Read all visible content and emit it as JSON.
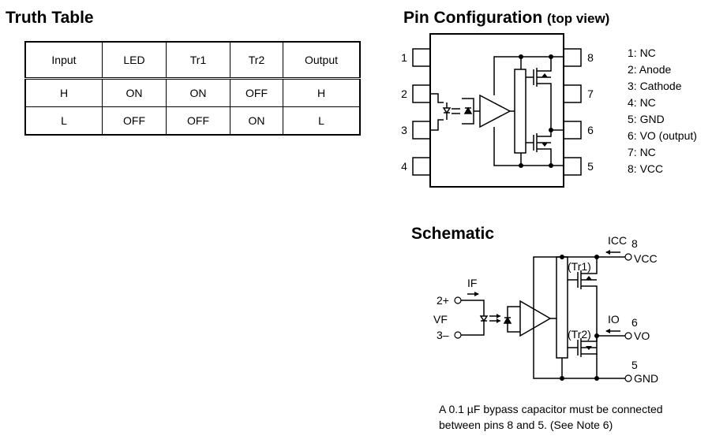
{
  "truth_table": {
    "title": "Truth Table",
    "headers": [
      "Input",
      "LED",
      "Tr1",
      "Tr2",
      "Output"
    ],
    "rows": [
      [
        "H",
        "ON",
        "ON",
        "OFF",
        "H"
      ],
      [
        "L",
        "OFF",
        "OFF",
        "ON",
        "L"
      ]
    ]
  },
  "pin_config": {
    "title": "Pin Configuration",
    "subtitle": "(top view)",
    "left_pins": [
      "1",
      "2",
      "3",
      "4"
    ],
    "right_pins": [
      "8",
      "7",
      "6",
      "5"
    ],
    "pin_list": [
      "1: NC",
      "2: Anode",
      "3: Cathode",
      "4: NC",
      "5: GND",
      "6: VO (output)",
      "7: NC",
      "8: VCC"
    ]
  },
  "schematic": {
    "title": "Schematic",
    "labels": {
      "icc": "ICC",
      "pin8": "8",
      "vcc": "VCC",
      "tr1": "(Tr1)",
      "tr2": "(Tr2)",
      "if": "IF",
      "pin2": "2+",
      "vf": "VF",
      "pin3": "3–",
      "io": "IO",
      "pin6": "6",
      "vo": "VO",
      "pin5": "5",
      "gnd": "GND"
    },
    "note_lines": [
      "A 0.1 µF bypass capacitor must be connected",
      "between pins 8 and 5. (See Note 6)"
    ]
  }
}
